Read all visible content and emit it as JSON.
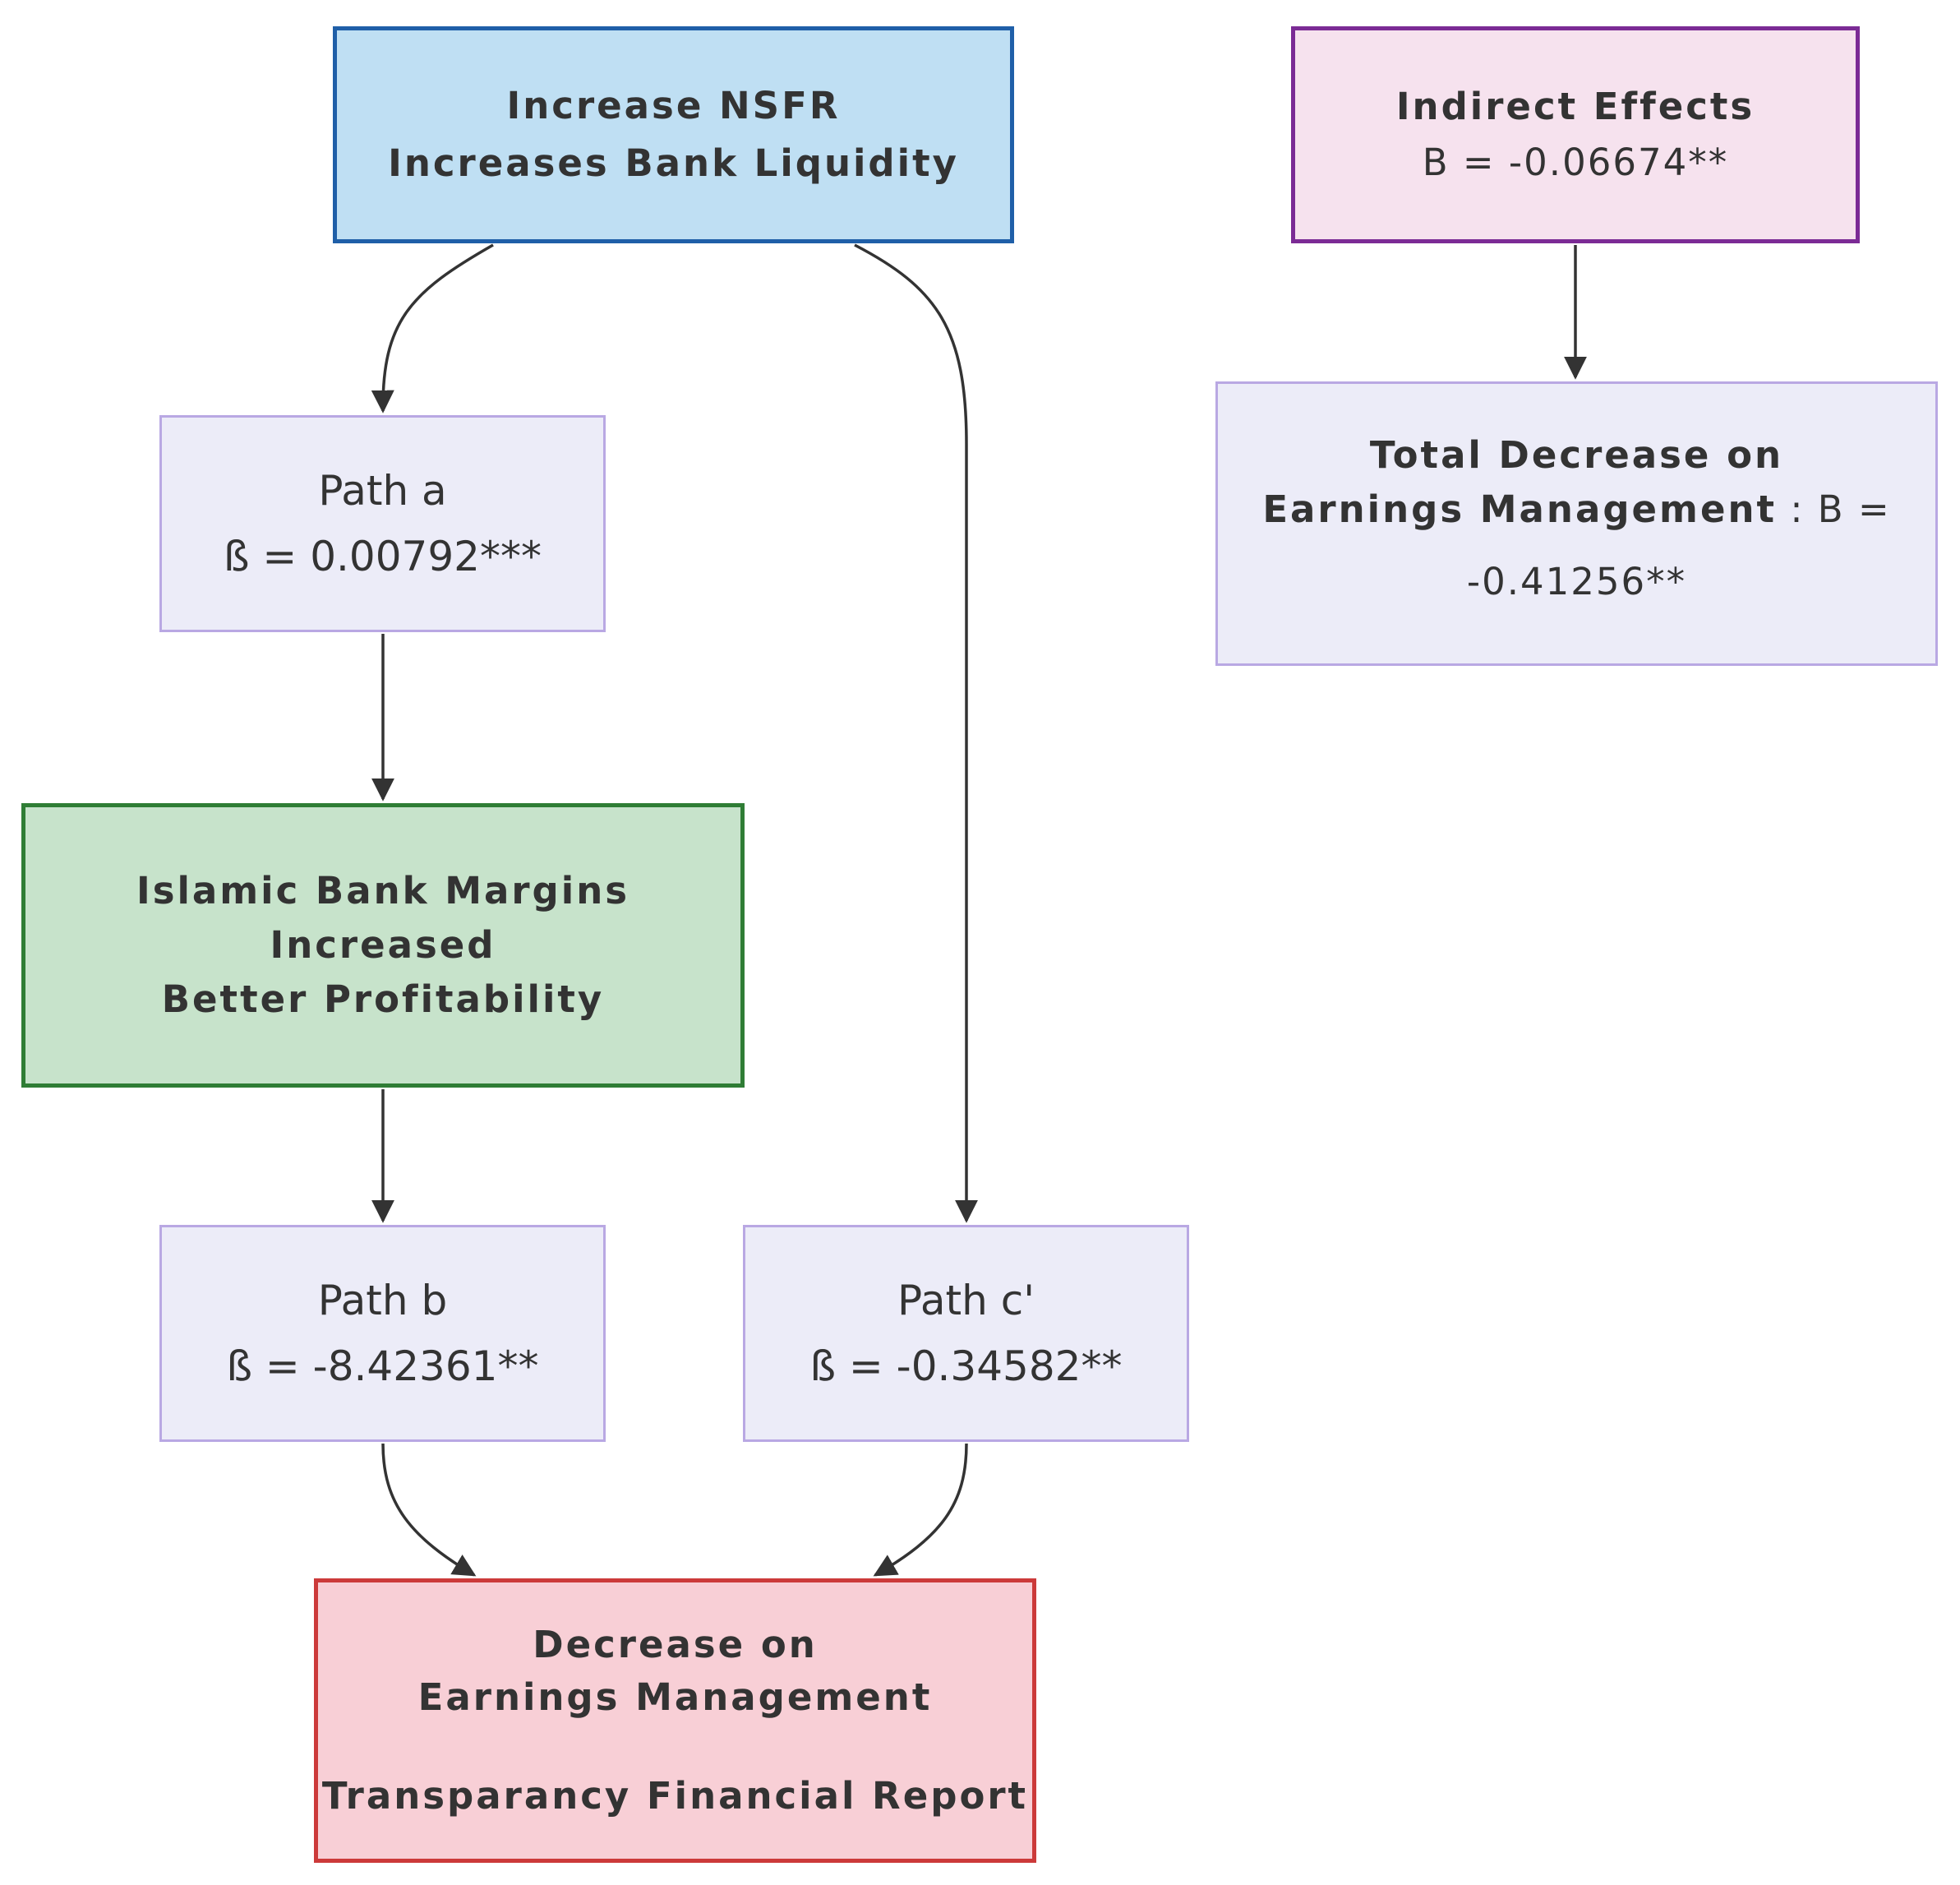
{
  "nodes": {
    "nsfr": {
      "line1": "Increase NSFR",
      "line2": "Increases Bank Liquidity",
      "fill": "#bfdff3",
      "stroke": "#1f5fa8"
    },
    "path_a": {
      "title": "Path a",
      "beta": "ß = 0.00792***"
    },
    "islamic": {
      "line1": "Islamic Bank Margins",
      "line2": "Increased",
      "line3": "Better Profitability",
      "fill": "#c7e3cb",
      "stroke": "#2f7d35"
    },
    "path_b": {
      "title": "Path b",
      "beta": "ß = -8.42361**"
    },
    "path_c": {
      "title": "Path c'",
      "beta": "ß = -0.34582**"
    },
    "decrease": {
      "line1": "Decrease on",
      "line2": "Earnings Management",
      "line3": "Transparancy Financial Report",
      "fill": "#f8cfd6",
      "stroke": "#cc3a3a"
    },
    "indirect": {
      "title": "Indirect Effects",
      "beta": "B = -0.06674**",
      "fill": "#f6e2ee",
      "stroke": "#7b2b95"
    },
    "total": {
      "line1": "Total Decrease on",
      "line2_bold": "Earnings Management",
      "line2_rest": " : B =",
      "line3": "-0.41256**"
    }
  },
  "edges": [
    {
      "from": "nsfr",
      "to": "path_a"
    },
    {
      "from": "path_a",
      "to": "islamic"
    },
    {
      "from": "islamic",
      "to": "path_b"
    },
    {
      "from": "nsfr",
      "to": "path_c"
    },
    {
      "from": "path_b",
      "to": "decrease"
    },
    {
      "from": "path_c",
      "to": "decrease"
    },
    {
      "from": "indirect",
      "to": "total"
    }
  ]
}
